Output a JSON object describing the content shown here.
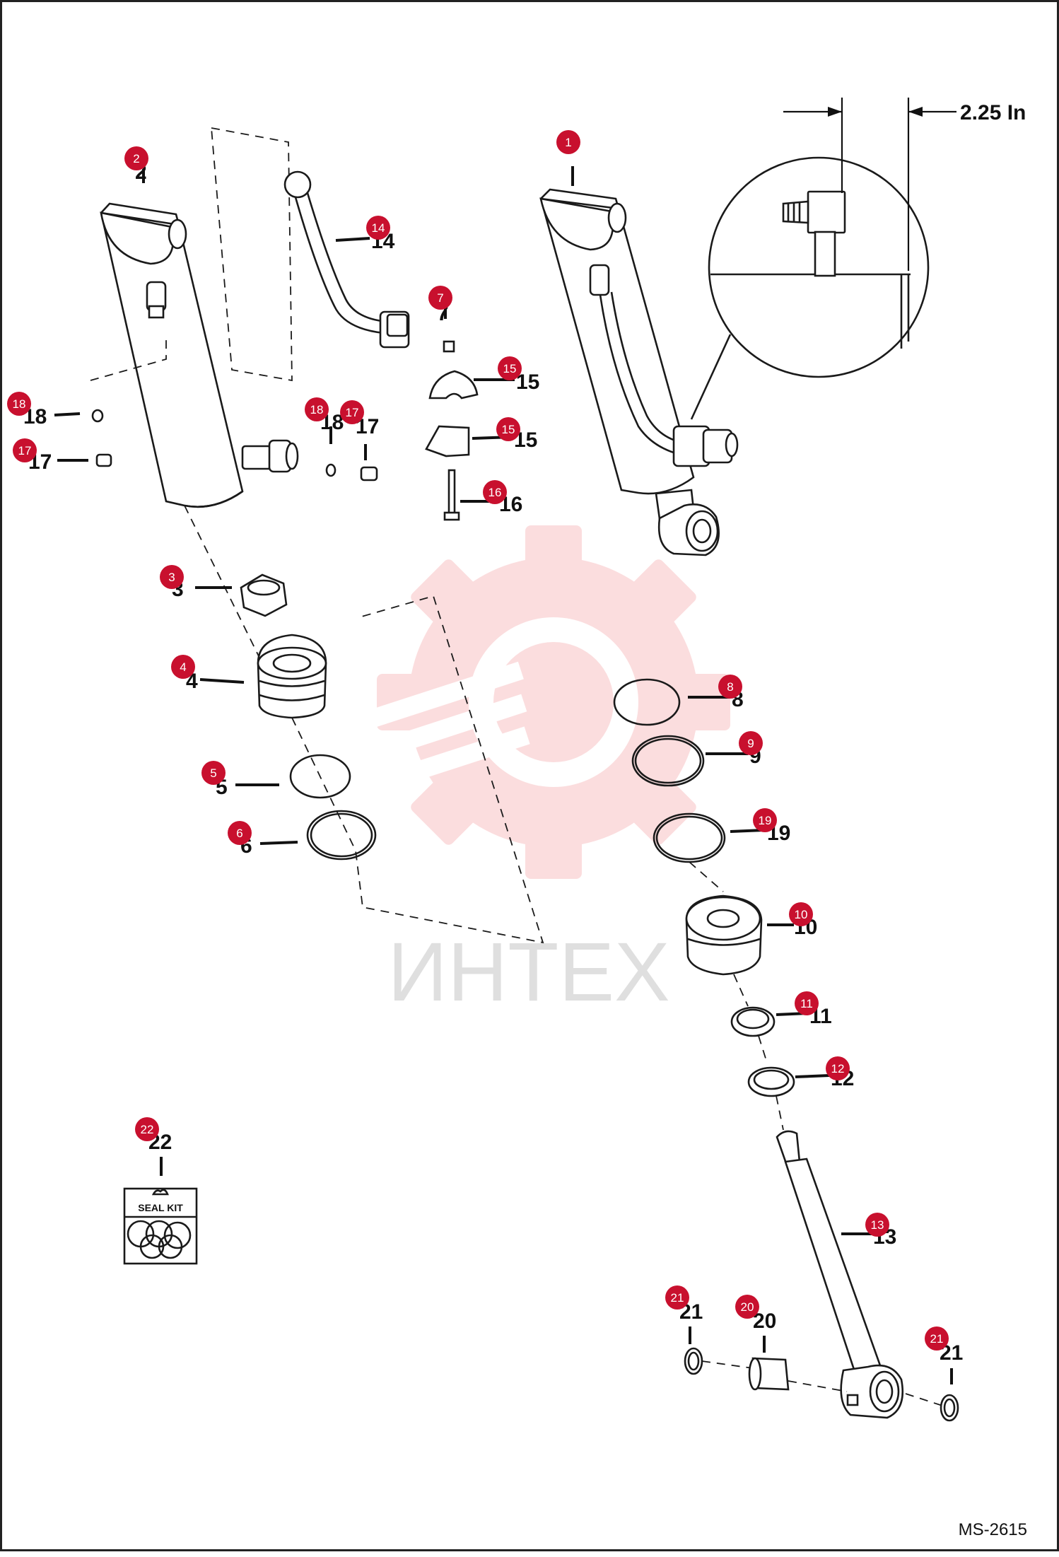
{
  "drawing_code": "MS-2615",
  "dimension_label": "2.25 In",
  "watermark": "ИНТЕХ",
  "seal_kit_label": "SEAL KIT",
  "callout_color": "#c8102e",
  "callouts": [
    {
      "id": "1",
      "label": "1"
    },
    {
      "id": "2",
      "label": "2"
    },
    {
      "id": "3",
      "label": "3"
    },
    {
      "id": "4",
      "label": "4"
    },
    {
      "id": "5",
      "label": "5"
    },
    {
      "id": "6",
      "label": "6"
    },
    {
      "id": "7",
      "label": "7"
    },
    {
      "id": "8",
      "label": "8"
    },
    {
      "id": "9",
      "label": "9"
    },
    {
      "id": "10",
      "label": "10"
    },
    {
      "id": "11",
      "label": "11"
    },
    {
      "id": "12",
      "label": "12"
    },
    {
      "id": "13",
      "label": "13"
    },
    {
      "id": "14",
      "label": "14"
    },
    {
      "id": "15a",
      "label": "15"
    },
    {
      "id": "15b",
      "label": "15"
    },
    {
      "id": "16",
      "label": "16"
    },
    {
      "id": "17a",
      "label": "17"
    },
    {
      "id": "17b",
      "label": "17"
    },
    {
      "id": "18a",
      "label": "18"
    },
    {
      "id": "18b",
      "label": "18"
    },
    {
      "id": "19",
      "label": "19"
    },
    {
      "id": "20",
      "label": "20"
    },
    {
      "id": "21a",
      "label": "21"
    },
    {
      "id": "21b",
      "label": "21"
    },
    {
      "id": "22",
      "label": "22"
    }
  ]
}
